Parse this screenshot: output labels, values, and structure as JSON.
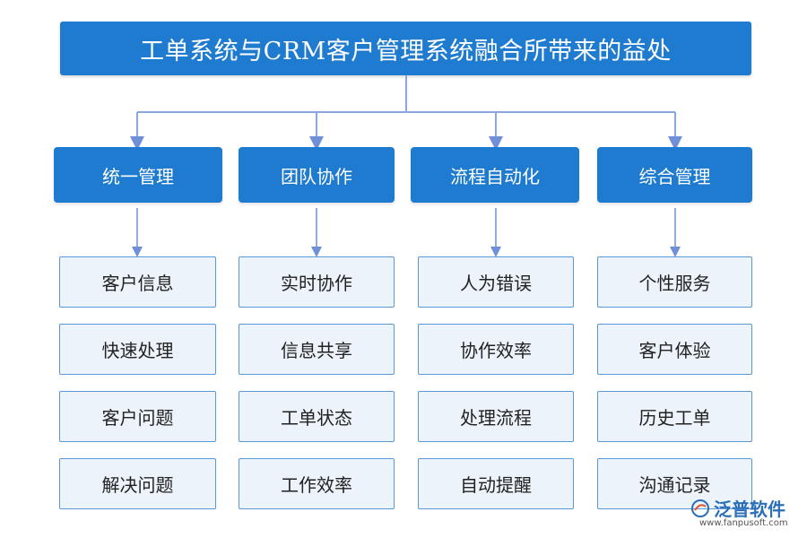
{
  "title": "工单系统与CRM客户管理系统融合所带来的益处",
  "columns": [
    {
      "header": "统一管理",
      "items": [
        "客户信息",
        "快速处理",
        "客户问题",
        "解决问题"
      ]
    },
    {
      "header": "团队协作",
      "items": [
        "实时协作",
        "信息共享",
        "工单状态",
        "工作效率"
      ]
    },
    {
      "header": "流程自动化",
      "items": [
        "人为错误",
        "协作效率",
        "处理流程",
        "自动提醒"
      ]
    },
    {
      "header": "综合管理",
      "items": [
        "个性服务",
        "客户体验",
        "历史工单",
        "沟通记录"
      ]
    }
  ],
  "logo": {
    "name": "泛普软件",
    "url": "www.fanpusoft.com"
  },
  "colors": {
    "primary": "#1f7bd0",
    "item_bg": "#ecf3fb",
    "item_border": "#5a99d6",
    "connector": "#8aa6dc"
  }
}
